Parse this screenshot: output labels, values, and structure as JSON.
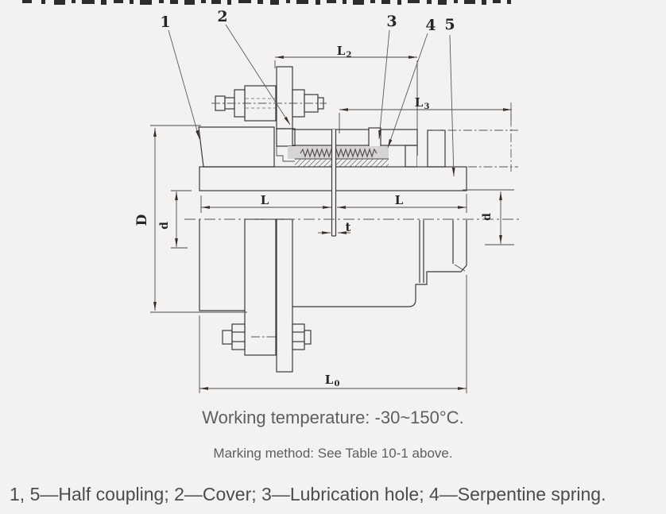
{
  "figure": {
    "callouts": {
      "c1": "1",
      "c2": "2",
      "c3": "3",
      "c4": "4",
      "c5": "5"
    },
    "dims": {
      "L2": {
        "base": "L",
        "sub": "2"
      },
      "L3": {
        "base": "L",
        "sub": "3"
      },
      "L0": {
        "base": "L",
        "sub": "0"
      },
      "L_left": "L",
      "L_right": "L",
      "D": "D",
      "d_left": "d",
      "d_right": "d",
      "t": "t"
    }
  },
  "captions": {
    "working_temp": "Working temperature: -30~150°C.",
    "marking": "Marking method: See Table 10-1 above.",
    "legend": "1, 5—Half coupling; 2—Cover; 3—Lubrication hole; 4—Serpentine spring."
  },
  "colors": {
    "background": "#f3f2f0",
    "line": "#3a3a3a",
    "arrow": "#3d2e2e",
    "spring_fill": "#d7d5d3",
    "caption_gray": "#5b5e63",
    "legend_gray": "#4a4c50"
  },
  "top_fragments": [
    [
      28,
      12
    ],
    [
      52,
      5
    ],
    [
      68,
      14
    ],
    [
      90,
      5
    ],
    [
      103,
      16
    ],
    [
      127,
      7
    ],
    [
      143,
      12
    ],
    [
      163,
      5
    ],
    [
      176,
      15
    ],
    [
      200,
      6
    ],
    [
      214,
      10
    ],
    [
      232,
      13
    ],
    [
      253,
      6
    ],
    [
      266,
      12
    ],
    [
      286,
      5
    ],
    [
      300,
      16
    ],
    [
      324,
      7
    ],
    [
      340,
      11
    ],
    [
      360,
      5
    ],
    [
      373,
      15
    ],
    [
      397,
      6
    ],
    [
      411,
      12
    ],
    [
      431,
      5
    ],
    [
      444,
      14
    ],
    [
      466,
      6
    ],
    [
      480,
      11
    ],
    [
      500,
      5
    ],
    [
      513,
      15
    ],
    [
      537,
      6
    ],
    [
      551,
      11
    ],
    [
      571,
      5
    ],
    [
      584,
      14
    ],
    [
      606,
      6
    ],
    [
      620,
      10
    ],
    [
      638,
      5
    ]
  ]
}
